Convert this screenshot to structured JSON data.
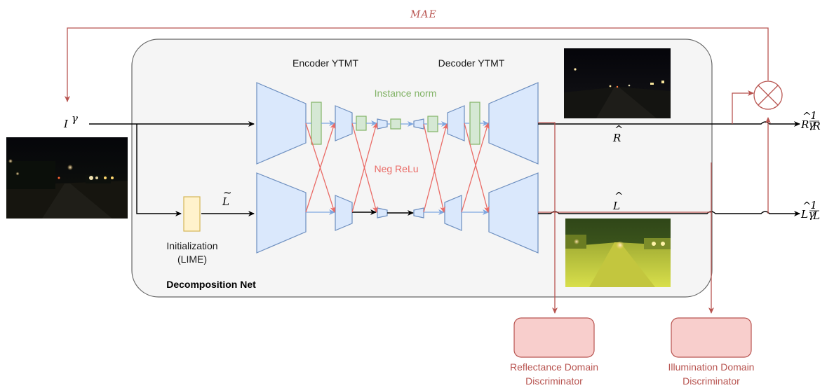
{
  "labels": {
    "mae": "MAE",
    "input": "I",
    "input_sup": "γ",
    "l_tilde": "L",
    "tilde": "~",
    "r_hat": "R",
    "l_hat": "L",
    "hat": "^",
    "out_r_base": "R",
    "out_r_num": "1",
    "out_r_den": "γ",
    "out_r_den_sub": "R",
    "out_l_base": "L",
    "out_l_num": "1",
    "out_l_den": "γ",
    "out_l_den_sub": "L",
    "encoder": "Encoder YTMT",
    "decoder": "Decoder YTMT",
    "instance_norm": "Instance norm",
    "neg_relu": "Neg ReLu",
    "init_line1": "Initialization",
    "init_line2": "(LIME)",
    "net": "Decomposition Net",
    "refl_line1": "Reflectance Domain",
    "refl_line2": "Discriminator",
    "illum_line1": "Illumination Domain",
    "illum_line2": "Discriminator"
  },
  "colors": {
    "encoder_fill": "#dae8fc",
    "encoder_stroke": "#6c8ebf",
    "norm_fill": "#d5e8d4",
    "norm_stroke": "#82b366",
    "init_fill": "#fff2cc",
    "init_stroke": "#d6b656",
    "disc_fill": "#f8cecc",
    "disc_stroke": "#b85450",
    "neg_relu": "#ea6b66",
    "skip_blue": "#7ea6e0",
    "net_bg": "#f5f5f5"
  },
  "icons": {
    "multiply": "circle-times-icon"
  }
}
